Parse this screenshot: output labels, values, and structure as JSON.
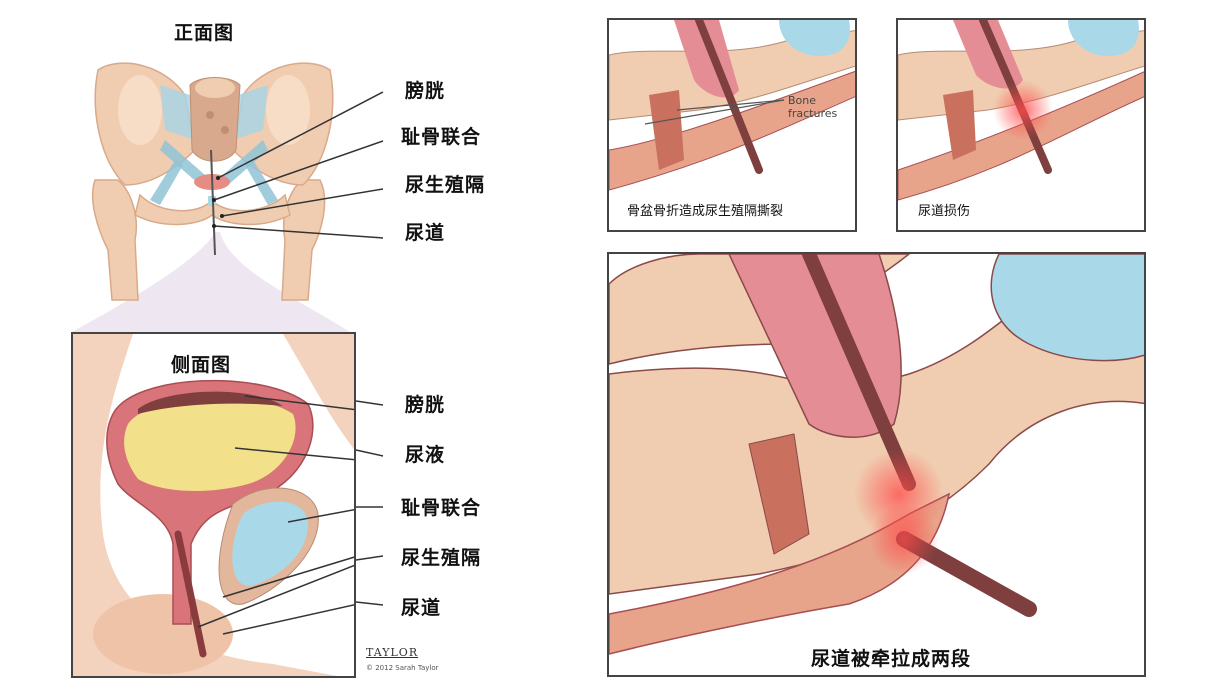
{
  "frontal_view": {
    "title": "正面图",
    "labels": [
      "膀胱",
      "耻骨联合",
      "尿生殖隔",
      "尿道"
    ]
  },
  "lateral_view": {
    "title": "侧面图",
    "labels": [
      "膀胱",
      "尿液",
      "耻骨联合",
      "尿生殖隔",
      "尿道"
    ],
    "signature": "TAYLOR",
    "copyright": "© 2012 Sarah Taylor"
  },
  "panel_fracture": {
    "annotation": "Bone fractures",
    "annotation_line1": "Bone",
    "annotation_line2": "fractures",
    "caption": "骨盆骨折造成尿生殖隔撕裂"
  },
  "panel_injury": {
    "caption": "尿道损伤"
  },
  "panel_rupture": {
    "caption": "尿道被牵拉成两段"
  },
  "colors": {
    "bone": "#f0cdb0",
    "bone_shadow": "#d9a98a",
    "ligament": "#a9d4e4",
    "bladder_wall": "#d9757a",
    "urine": "#f3e08a",
    "urethra": "#8a3b3e",
    "symphysis": "#a9d9e8",
    "injury_glow": "#ff4a4a",
    "border": "#444444"
  }
}
